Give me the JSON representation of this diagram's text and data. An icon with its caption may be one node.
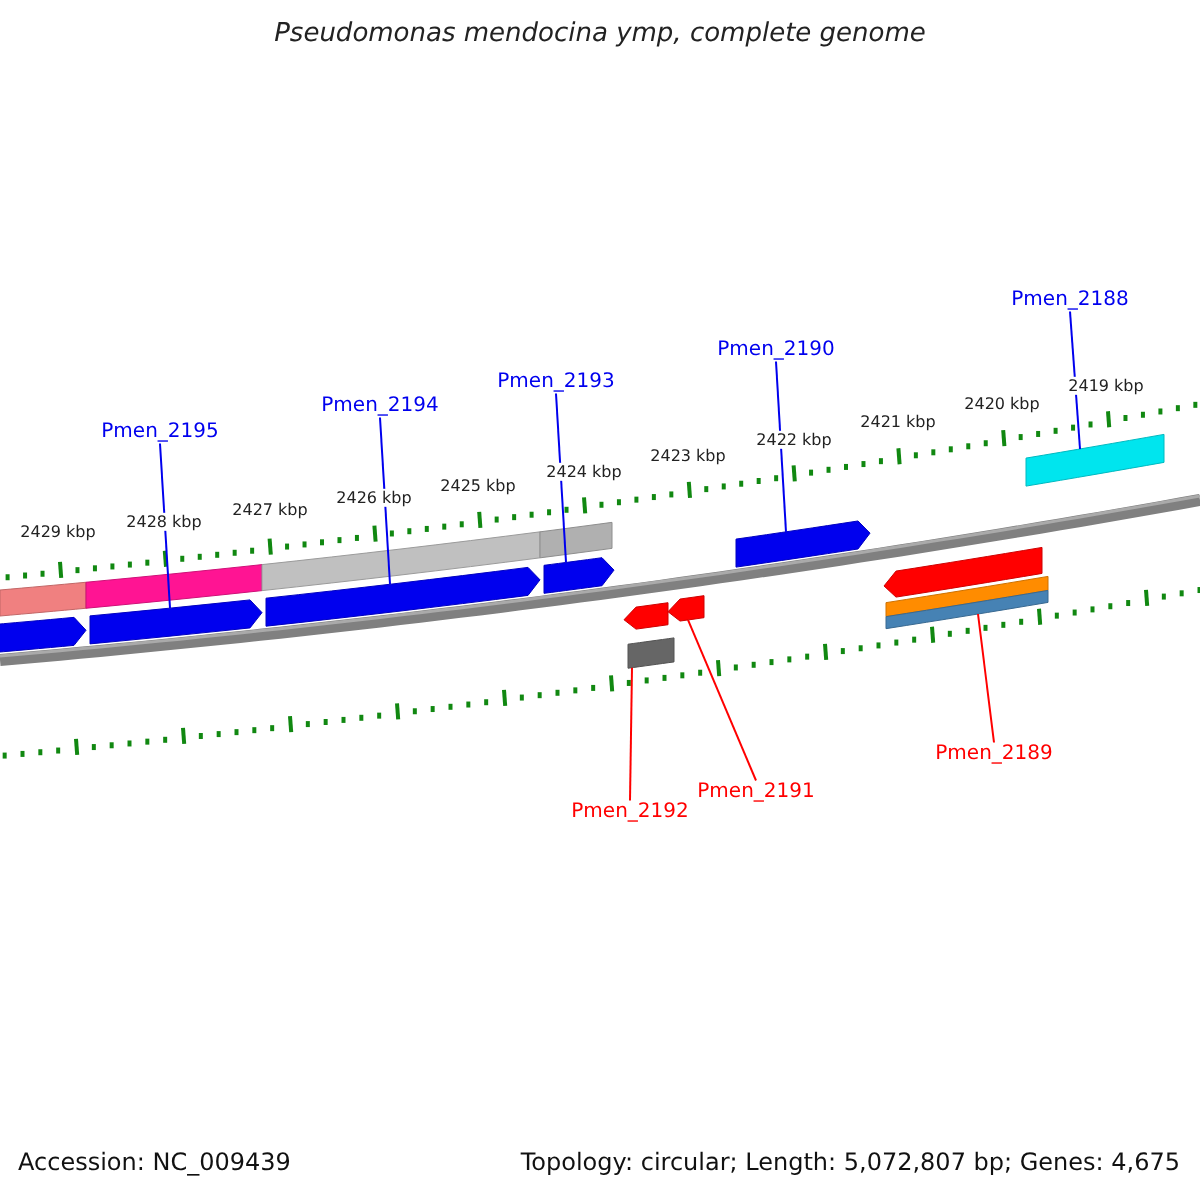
{
  "diagram": {
    "title": "Pseudomonas mendocina ymp, complete genome",
    "nodes": [
      {
        "text": [
          "Pmen_2195"
        ]
      },
      {
        "text": [
          "Pmen_2194"
        ]
      },
      {
        "text": [
          "Pmen_2193"
        ]
      },
      {
        "text": [
          "Pmen_2190"
        ]
      },
      {
        "text": [
          "Pmen_2188"
        ]
      },
      {
        "text": [
          "Pmen_2192"
        ]
      },
      {
        "text": [
          "Pmen_2191"
        ]
      },
      {
        "text": [
          "Pmen_2189"
        ]
      },
      {
        "text": [],
        "shape": "pentagon"
      },
      {
        "text": [],
        "shape": "pentagon"
      },
      {
        "text": [],
        "shape": "pentagon"
      },
      {
        "text": [],
        "shape": "pentagon"
      },
      {
        "text": [],
        "shape": "bar"
      },
      {
        "text": [],
        "shape": "bar"
      },
      {
        "text": [],
        "shape": "pentagon"
      },
      {
        "text": [],
        "shape": "bar"
      }
    ],
    "edges": [
      {
        "from": 0,
        "to": 8,
        "arrow": "none"
      },
      {
        "from": 1,
        "to": 9,
        "arrow": "none"
      },
      {
        "from": 2,
        "to": 10,
        "arrow": "none"
      },
      {
        "from": 3,
        "to": 11,
        "arrow": "none"
      },
      {
        "from": 4,
        "to": 12,
        "arrow": "none"
      },
      {
        "from": 5,
        "to": 13,
        "arrow": "none",
        "color": "#ff0000"
      },
      {
        "from": 6,
        "to": 14,
        "arrow": "none",
        "color": "#ff0000"
      },
      {
        "from": 7,
        "to": 15,
        "arrow": "none",
        "color": "#ff0000"
      }
    ],
    "labels": [
      "2419 kbp",
      "2420 kbp",
      "2421 kbp",
      "2422 kbp",
      "2423 kbp",
      "2424 kbp",
      "2425 kbp",
      "2426 kbp",
      "2427 kbp",
      "2428 kbp",
      "2429 kbp",
      "Accession: NC_009439",
      "Topology: circular; Length: 5,072,807 bp; Genes: 4,675"
    ]
  }
}
